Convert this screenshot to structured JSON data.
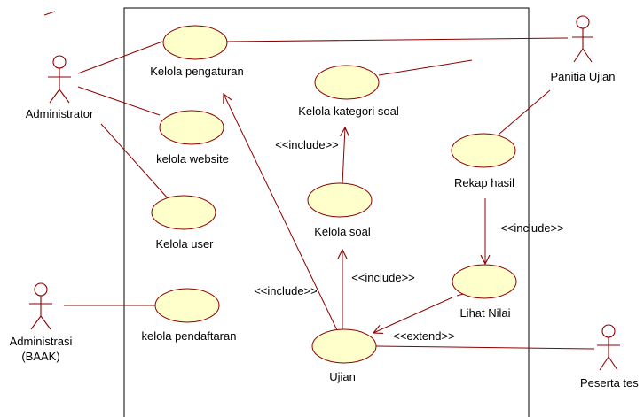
{
  "diagram": {
    "actors": {
      "administrator": "Administrator",
      "panitia": "Panitia Ujian",
      "baak_line1": "Administrasi",
      "baak_line2": "(BAAK)",
      "peserta": "Peserta tes"
    },
    "use_cases": {
      "kelola_pengaturan": "Kelola pengaturan",
      "kelola_kategori": "Kelola kategori soal",
      "kelola_website": "kelola website",
      "kelola_user": "Kelola user",
      "kelola_soal": "Kelola soal",
      "rekap_hasil": "Rekap hasil",
      "lihat_nilai": "Lihat Nilai",
      "kelola_pendaftaran": "kelola pendaftaran",
      "ujian": "Ujian"
    },
    "relations": {
      "include_kategori": "<<include>>",
      "include_rekap": "<<include>>",
      "include_soal": "<<include>>",
      "include_pengaturan": "<<include>>",
      "extend_ujian": "<<extend>>"
    },
    "colors": {
      "use_case_fill": "#ffffcc",
      "line": "#8b0000",
      "boundary": "#000000"
    }
  }
}
